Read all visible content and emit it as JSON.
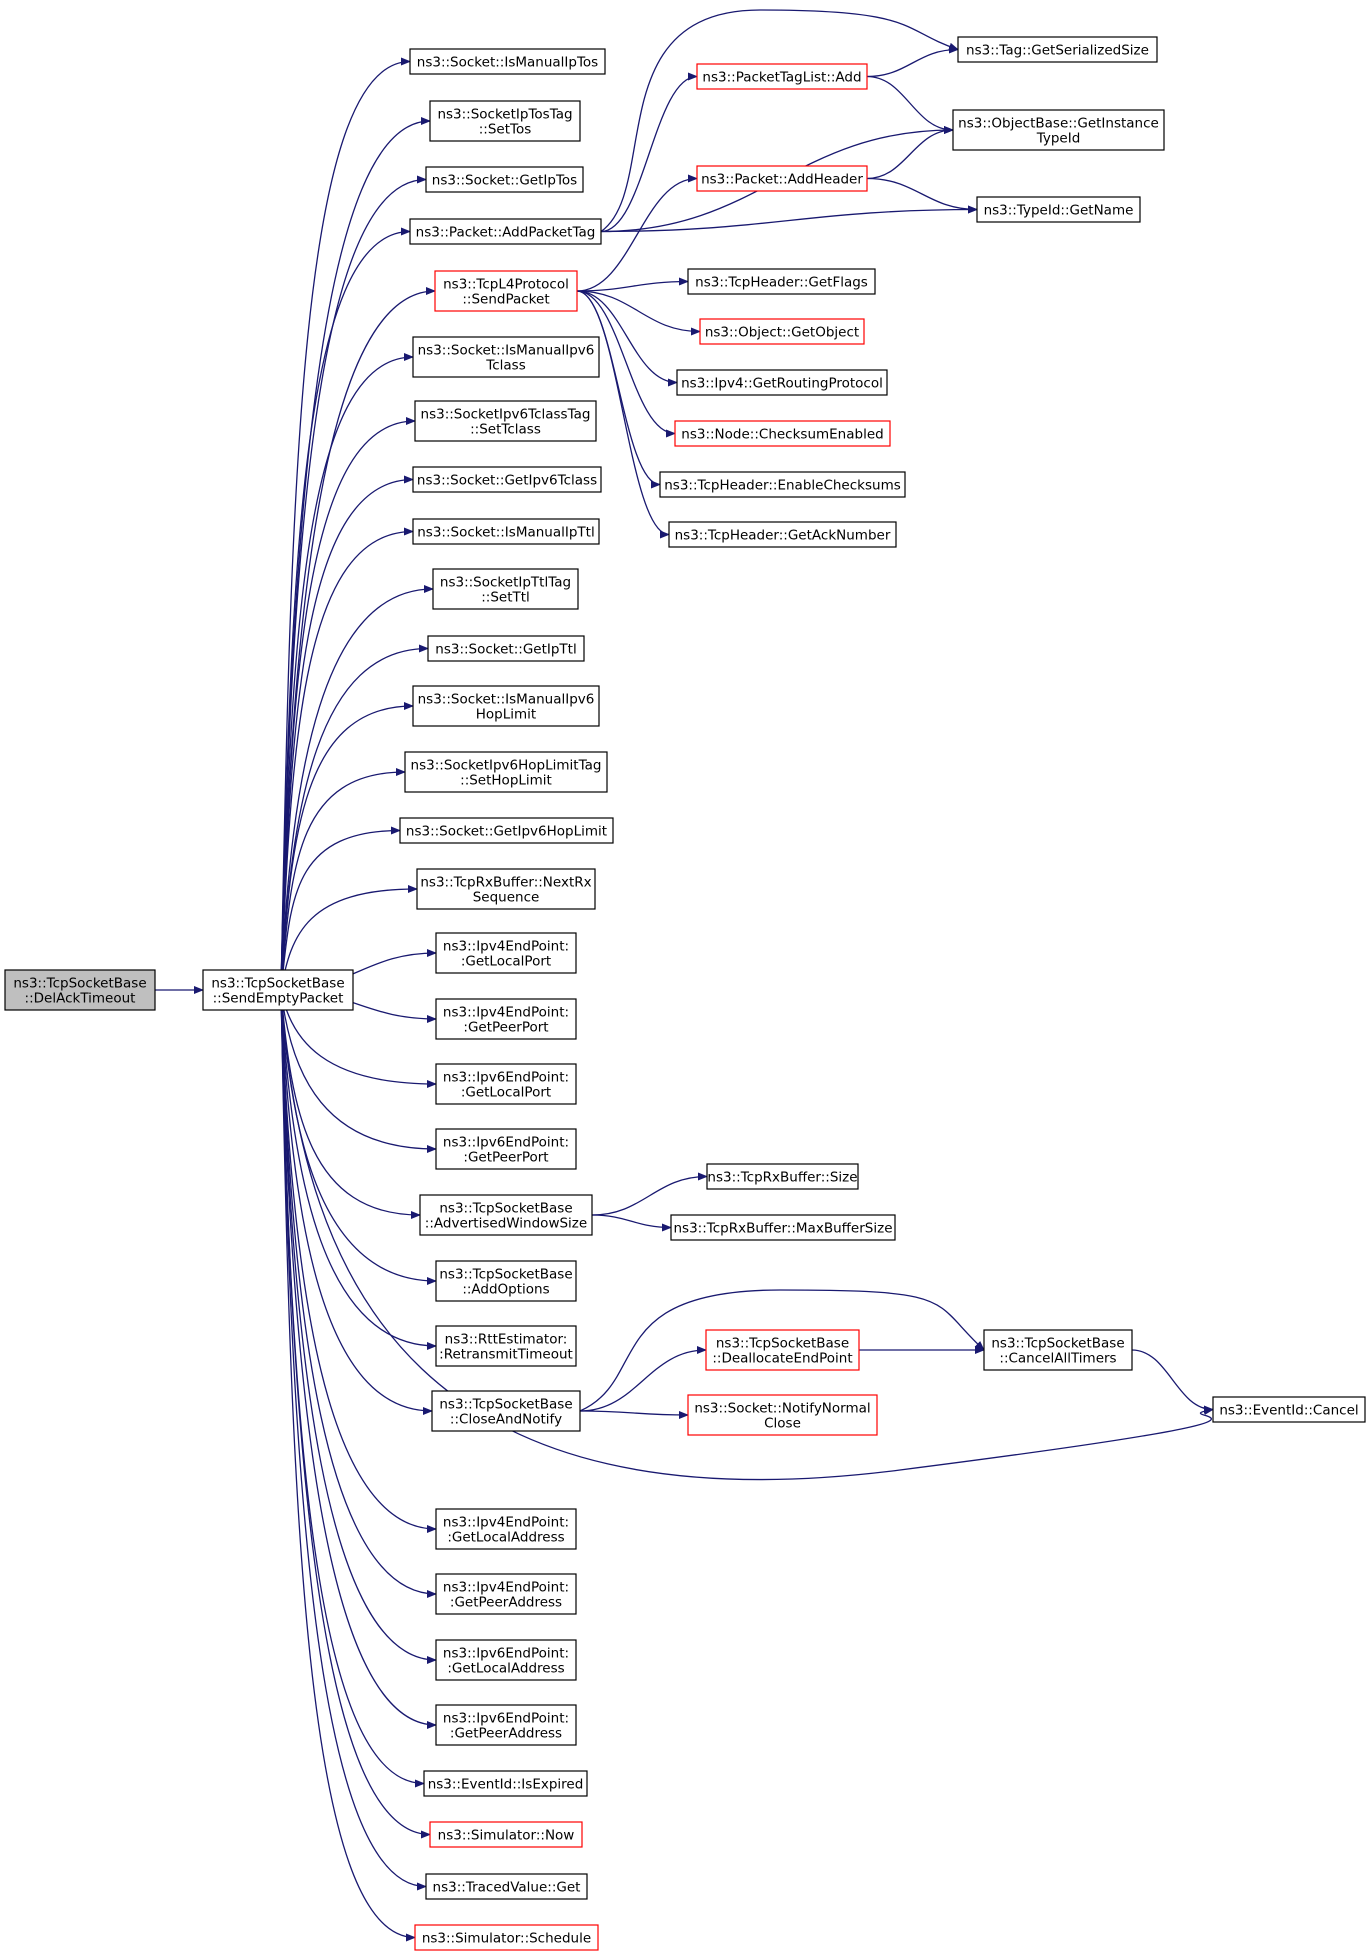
{
  "graph": {
    "nodes": [
      {
        "id": "delack",
        "lines": [
          "ns3::TcpSocketBase",
          "::DelAckTimeout"
        ],
        "style": "focus"
      },
      {
        "id": "sendempty",
        "lines": [
          "ns3::TcpSocketBase",
          "::SendEmptyPacket"
        ],
        "style": "normal"
      },
      {
        "id": "ismanualiptos",
        "lines": [
          "ns3::Socket::IsManualIpTos"
        ],
        "style": "normal"
      },
      {
        "id": "settos",
        "lines": [
          "ns3::SocketIpTosTag",
          "::SetTos"
        ],
        "style": "normal"
      },
      {
        "id": "getiptos",
        "lines": [
          "ns3::Socket::GetIpTos"
        ],
        "style": "normal"
      },
      {
        "id": "addpackettag",
        "lines": [
          "ns3::Packet::AddPacketTag"
        ],
        "style": "normal"
      },
      {
        "id": "l4send",
        "lines": [
          "ns3::TcpL4Protocol",
          "::SendPacket"
        ],
        "style": "truncated"
      },
      {
        "id": "ismanualipv6tclass",
        "lines": [
          "ns3::Socket::IsManualIpv6",
          "Tclass"
        ],
        "style": "normal"
      },
      {
        "id": "settclass",
        "lines": [
          "ns3::SocketIpv6TclassTag",
          "::SetTclass"
        ],
        "style": "normal"
      },
      {
        "id": "getipv6tclass",
        "lines": [
          "ns3::Socket::GetIpv6Tclass"
        ],
        "style": "normal"
      },
      {
        "id": "ismanualipttl",
        "lines": [
          "ns3::Socket::IsManualIpTtl"
        ],
        "style": "normal"
      },
      {
        "id": "setttl",
        "lines": [
          "ns3::SocketIpTtlTag",
          "::SetTtl"
        ],
        "style": "normal"
      },
      {
        "id": "getipttl",
        "lines": [
          "ns3::Socket::GetIpTtl"
        ],
        "style": "normal"
      },
      {
        "id": "ismanualipv6hop",
        "lines": [
          "ns3::Socket::IsManualIpv6",
          "HopLimit"
        ],
        "style": "normal"
      },
      {
        "id": "sethoplimit",
        "lines": [
          "ns3::SocketIpv6HopLimitTag",
          "::SetHopLimit"
        ],
        "style": "normal"
      },
      {
        "id": "getipv6hop",
        "lines": [
          "ns3::Socket::GetIpv6HopLimit"
        ],
        "style": "normal"
      },
      {
        "id": "nextrxseq",
        "lines": [
          "ns3::TcpRxBuffer::NextRx",
          "Sequence"
        ],
        "style": "normal"
      },
      {
        "id": "ipv4localport",
        "lines": [
          "ns3::Ipv4EndPoint:",
          ":GetLocalPort"
        ],
        "style": "normal"
      },
      {
        "id": "ipv4peerport",
        "lines": [
          "ns3::Ipv4EndPoint:",
          ":GetPeerPort"
        ],
        "style": "normal"
      },
      {
        "id": "ipv6localport",
        "lines": [
          "ns3::Ipv6EndPoint:",
          ":GetLocalPort"
        ],
        "style": "normal"
      },
      {
        "id": "ipv6peerport",
        "lines": [
          "ns3::Ipv6EndPoint:",
          ":GetPeerPort"
        ],
        "style": "normal"
      },
      {
        "id": "advwindow",
        "lines": [
          "ns3::TcpSocketBase",
          "::AdvertisedWindowSize"
        ],
        "style": "normal"
      },
      {
        "id": "addoptions",
        "lines": [
          "ns3::TcpSocketBase",
          "::AddOptions"
        ],
        "style": "normal"
      },
      {
        "id": "rto",
        "lines": [
          "ns3::RttEstimator:",
          ":RetransmitTimeout"
        ],
        "style": "normal"
      },
      {
        "id": "closenotify",
        "lines": [
          "ns3::TcpSocketBase",
          "::CloseAndNotify"
        ],
        "style": "normal"
      },
      {
        "id": "ipv4localaddr",
        "lines": [
          "ns3::Ipv4EndPoint:",
          ":GetLocalAddress"
        ],
        "style": "normal"
      },
      {
        "id": "ipv4peeraddr",
        "lines": [
          "ns3::Ipv4EndPoint:",
          ":GetPeerAddress"
        ],
        "style": "normal"
      },
      {
        "id": "ipv6localaddr",
        "lines": [
          "ns3::Ipv6EndPoint:",
          ":GetLocalAddress"
        ],
        "style": "normal"
      },
      {
        "id": "ipv6peeraddr",
        "lines": [
          "ns3::Ipv6EndPoint:",
          ":GetPeerAddress"
        ],
        "style": "normal"
      },
      {
        "id": "isexpired",
        "lines": [
          "ns3::EventId::IsExpired"
        ],
        "style": "normal"
      },
      {
        "id": "simnow",
        "lines": [
          "ns3::Simulator::Now"
        ],
        "style": "truncated"
      },
      {
        "id": "tracedget",
        "lines": [
          "ns3::TracedValue::Get"
        ],
        "style": "normal"
      },
      {
        "id": "schedule",
        "lines": [
          "ns3::Simulator::Schedule"
        ],
        "style": "truncated"
      },
      {
        "id": "taglistadd",
        "lines": [
          "ns3::PacketTagList::Add"
        ],
        "style": "truncated"
      },
      {
        "id": "addheader",
        "lines": [
          "ns3::Packet::AddHeader"
        ],
        "style": "truncated"
      },
      {
        "id": "tagserialized",
        "lines": [
          "ns3::Tag::GetSerializedSize"
        ],
        "style": "normal"
      },
      {
        "id": "getinstancetypeid",
        "lines": [
          "ns3::ObjectBase::GetInstance",
          "TypeId"
        ],
        "style": "normal"
      },
      {
        "id": "typeidgetname",
        "lines": [
          "ns3::TypeId::GetName"
        ],
        "style": "normal"
      },
      {
        "id": "getflags",
        "lines": [
          "ns3::TcpHeader::GetFlags"
        ],
        "style": "normal"
      },
      {
        "id": "getobject",
        "lines": [
          "ns3::Object::GetObject"
        ],
        "style": "truncated"
      },
      {
        "id": "getrouting",
        "lines": [
          "ns3::Ipv4::GetRoutingProtocol"
        ],
        "style": "normal"
      },
      {
        "id": "checksumenabled",
        "lines": [
          "ns3::Node::ChecksumEnabled"
        ],
        "style": "truncated"
      },
      {
        "id": "enablechecksums",
        "lines": [
          "ns3::TcpHeader::EnableChecksums"
        ],
        "style": "normal"
      },
      {
        "id": "getacknumber",
        "lines": [
          "ns3::TcpHeader::GetAckNumber"
        ],
        "style": "normal"
      },
      {
        "id": "rxbufsize",
        "lines": [
          "ns3::TcpRxBuffer::Size"
        ],
        "style": "normal"
      },
      {
        "id": "maxbufsize",
        "lines": [
          "ns3::TcpRxBuffer::MaxBufferSize"
        ],
        "style": "normal"
      },
      {
        "id": "dealloc",
        "lines": [
          "ns3::TcpSocketBase",
          "::DeallocateEndPoint"
        ],
        "style": "truncated"
      },
      {
        "id": "notifynormalclose",
        "lines": [
          "ns3::Socket::NotifyNormal",
          "Close"
        ],
        "style": "truncated"
      },
      {
        "id": "cancelalltimers",
        "lines": [
          "ns3::TcpSocketBase",
          "::CancelAllTimers"
        ],
        "style": "normal"
      },
      {
        "id": "eventcancel",
        "lines": [
          "ns3::EventId::Cancel"
        ],
        "style": "normal"
      }
    ],
    "edges": [
      [
        "delack",
        "sendempty"
      ],
      [
        "sendempty",
        "ismanualiptos"
      ],
      [
        "sendempty",
        "settos"
      ],
      [
        "sendempty",
        "getiptos"
      ],
      [
        "sendempty",
        "addpackettag"
      ],
      [
        "sendempty",
        "l4send"
      ],
      [
        "sendempty",
        "ismanualipv6tclass"
      ],
      [
        "sendempty",
        "settclass"
      ],
      [
        "sendempty",
        "getipv6tclass"
      ],
      [
        "sendempty",
        "ismanualipttl"
      ],
      [
        "sendempty",
        "setttl"
      ],
      [
        "sendempty",
        "getipttl"
      ],
      [
        "sendempty",
        "ismanualipv6hop"
      ],
      [
        "sendempty",
        "sethoplimit"
      ],
      [
        "sendempty",
        "getipv6hop"
      ],
      [
        "sendempty",
        "nextrxseq"
      ],
      [
        "sendempty",
        "ipv4localport"
      ],
      [
        "sendempty",
        "ipv4peerport"
      ],
      [
        "sendempty",
        "ipv6localport"
      ],
      [
        "sendempty",
        "ipv6peerport"
      ],
      [
        "sendempty",
        "advwindow"
      ],
      [
        "sendempty",
        "addoptions"
      ],
      [
        "sendempty",
        "rto"
      ],
      [
        "sendempty",
        "closenotify"
      ],
      [
        "sendempty",
        "eventcancel"
      ],
      [
        "sendempty",
        "ipv4localaddr"
      ],
      [
        "sendempty",
        "ipv4peeraddr"
      ],
      [
        "sendempty",
        "ipv6localaddr"
      ],
      [
        "sendempty",
        "ipv6peeraddr"
      ],
      [
        "sendempty",
        "isexpired"
      ],
      [
        "sendempty",
        "simnow"
      ],
      [
        "sendempty",
        "tracedget"
      ],
      [
        "sendempty",
        "schedule"
      ],
      [
        "addpackettag",
        "tagserialized"
      ],
      [
        "addpackettag",
        "taglistadd"
      ],
      [
        "addpackettag",
        "getinstancetypeid"
      ],
      [
        "addpackettag",
        "typeidgetname"
      ],
      [
        "taglistadd",
        "tagserialized"
      ],
      [
        "taglistadd",
        "getinstancetypeid"
      ],
      [
        "addheader",
        "getinstancetypeid"
      ],
      [
        "addheader",
        "typeidgetname"
      ],
      [
        "l4send",
        "addheader"
      ],
      [
        "l4send",
        "getflags"
      ],
      [
        "l4send",
        "getobject"
      ],
      [
        "l4send",
        "getrouting"
      ],
      [
        "l4send",
        "checksumenabled"
      ],
      [
        "l4send",
        "enablechecksums"
      ],
      [
        "l4send",
        "getacknumber"
      ],
      [
        "advwindow",
        "rxbufsize"
      ],
      [
        "advwindow",
        "maxbufsize"
      ],
      [
        "closenotify",
        "cancelalltimers"
      ],
      [
        "closenotify",
        "dealloc"
      ],
      [
        "closenotify",
        "notifynormalclose"
      ],
      [
        "dealloc",
        "cancelalltimers"
      ],
      [
        "cancelalltimers",
        "eventcancel"
      ]
    ]
  },
  "colors": {
    "edge": "#191970",
    "focus_fill": "#bfbfbf",
    "normal_border": "#000000",
    "truncated_border": "#ff0000",
    "text": "#000000"
  }
}
